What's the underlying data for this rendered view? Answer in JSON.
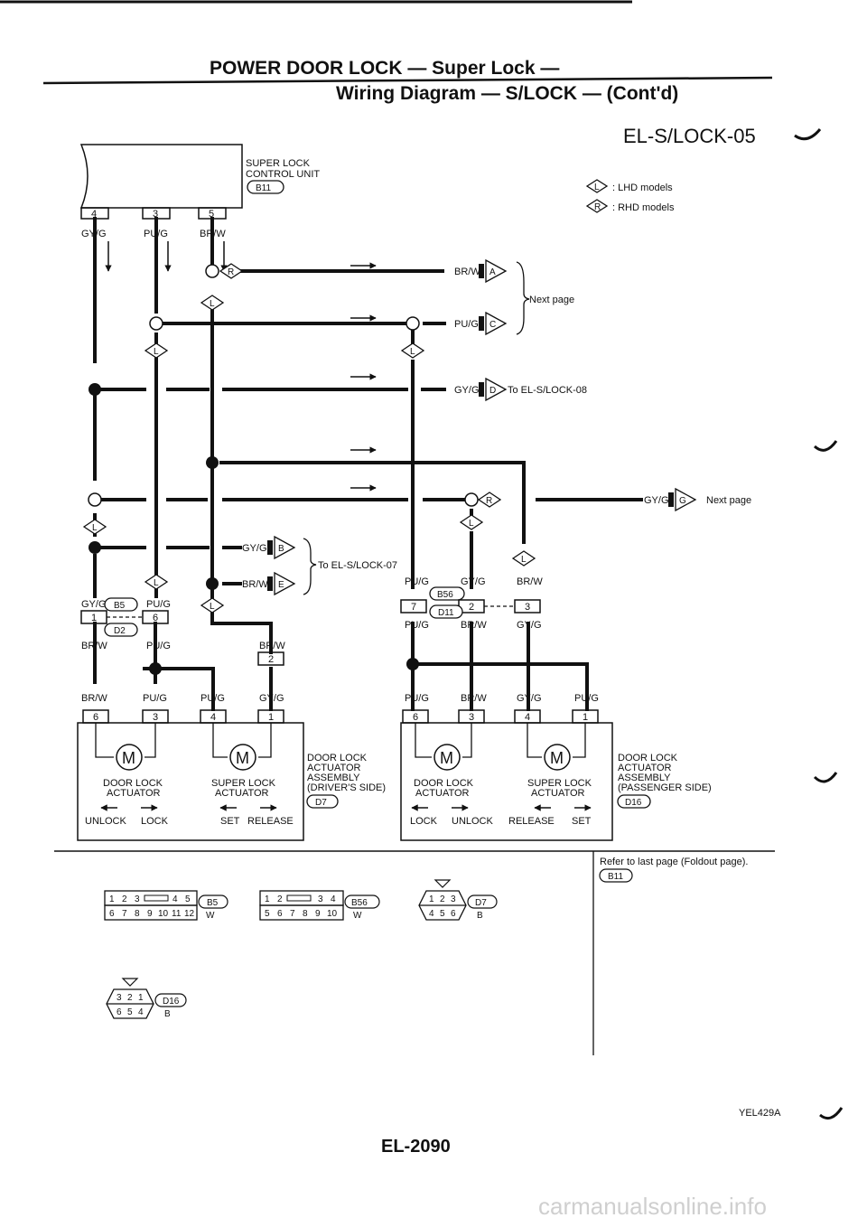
{
  "header": {
    "title": "POWER DOOR LOCK — Super Lock —",
    "subtitle": "Wiring Diagram — S/LOCK — (Cont'd)",
    "code": "EL-S/LOCK-05"
  },
  "control_unit": {
    "name_line1": "SUPER LOCK",
    "name_line2": "CONTROL UNIT",
    "connector": "B11"
  },
  "legend": {
    "lhd_symbol": "L",
    "lhd_text": ": LHD models",
    "rhd_symbol": "R",
    "rhd_text": ": RHD models"
  },
  "unit_pins": [
    {
      "pin": "4",
      "color": "GY/G"
    },
    {
      "pin": "3",
      "color": "PU/G"
    },
    {
      "pin": "5",
      "color": "BR/W"
    }
  ],
  "markers": {
    "l": "L",
    "r": "R"
  },
  "offpage": [
    {
      "wire": "BR/W",
      "letter": "A"
    },
    {
      "wire": "PU/G",
      "letter": "C"
    },
    {
      "wire": "GY/G",
      "letter": "D",
      "dest": "To EL-S/LOCK-08"
    },
    {
      "wire": "GY/G",
      "letter": "G",
      "dest": "Next page"
    },
    {
      "wire": "GY/G",
      "letter": "B"
    },
    {
      "wire": "BR/W",
      "letter": "E"
    }
  ],
  "next_page_text": "Next page",
  "to_lock07_text": "To EL-S/LOCK-07",
  "left_joint": {
    "top_colors": [
      "GY/G",
      "PU/G"
    ],
    "pins": [
      "1",
      "6"
    ],
    "bottom_colors": [
      "BR/W",
      "PU/G"
    ],
    "conn_top": "B5",
    "conn_bottom": "D2"
  },
  "right_joint": {
    "top_colors": [
      "PU/G",
      "GY/G",
      "BR/W"
    ],
    "pins": [
      "7",
      "2",
      "3"
    ],
    "bottom_colors": [
      "PU/G",
      "BR/W",
      "GY/G"
    ],
    "conn_top": "B56",
    "conn_bottom": "D11"
  },
  "br_w_pin": {
    "color": "BR/W",
    "pin": "2"
  },
  "left_assembly": {
    "wire_colors": [
      "BR/W",
      "PU/G",
      "PU/G",
      "GY/G"
    ],
    "pins": [
      "6",
      "3",
      "4",
      "1"
    ],
    "motor": "M",
    "actuator1_line1": "DOOR LOCK",
    "actuator1_line2": "ACTUATOR",
    "actuator2_line1": "SUPER LOCK",
    "actuator2_line2": "ACTUATOR",
    "arrow_labels": [
      "UNLOCK",
      "LOCK",
      "SET",
      "RELEASE"
    ],
    "name_lines": [
      "DOOR LOCK",
      "ACTUATOR",
      "ASSEMBLY",
      "(DRIVER'S SIDE)"
    ],
    "connector": "D7"
  },
  "right_assembly": {
    "wire_colors": [
      "PU/G",
      "BR/W",
      "GY/G",
      "PU/G"
    ],
    "pins": [
      "6",
      "3",
      "4",
      "1"
    ],
    "motor": "M",
    "actuator1_line1": "DOOR LOCK",
    "actuator1_line2": "ACTUATOR",
    "actuator2_line1": "SUPER LOCK",
    "actuator2_line2": "ACTUATOR",
    "arrow_labels": [
      "LOCK",
      "UNLOCK",
      "RELEASE",
      "SET"
    ],
    "name_lines": [
      "DOOR LOCK",
      "ACTUATOR",
      "ASSEMBLY",
      "(PASSENGER SIDE)"
    ],
    "connector": "D16"
  },
  "connector_views": [
    {
      "id": "B5",
      "color": "W",
      "row1": [
        "1",
        "2",
        "3",
        "",
        "4",
        "5"
      ],
      "row2": [
        "6",
        "7",
        "8",
        "9",
        "10",
        "11",
        "12"
      ]
    },
    {
      "id": "B56",
      "color": "W",
      "row1": [
        "1",
        "2",
        "",
        "3",
        "4"
      ],
      "row2": [
        "5",
        "6",
        "7",
        "8",
        "9",
        "10"
      ]
    },
    {
      "id": "D7",
      "color": "B",
      "row1": [
        "1",
        "2",
        "3"
      ],
      "row2": [
        "4",
        "5",
        "6"
      ]
    },
    {
      "id": "D16",
      "color": "B",
      "row1": [
        "3",
        "2",
        "1"
      ],
      "row2": [
        "6",
        "5",
        "4"
      ]
    }
  ],
  "refer_note": {
    "text": "Refer to last page (Foldout page).",
    "connector": "B11"
  },
  "figure_code": "YEL429A",
  "page_number": "EL-2090",
  "watermark": "carmanualsonline.info"
}
